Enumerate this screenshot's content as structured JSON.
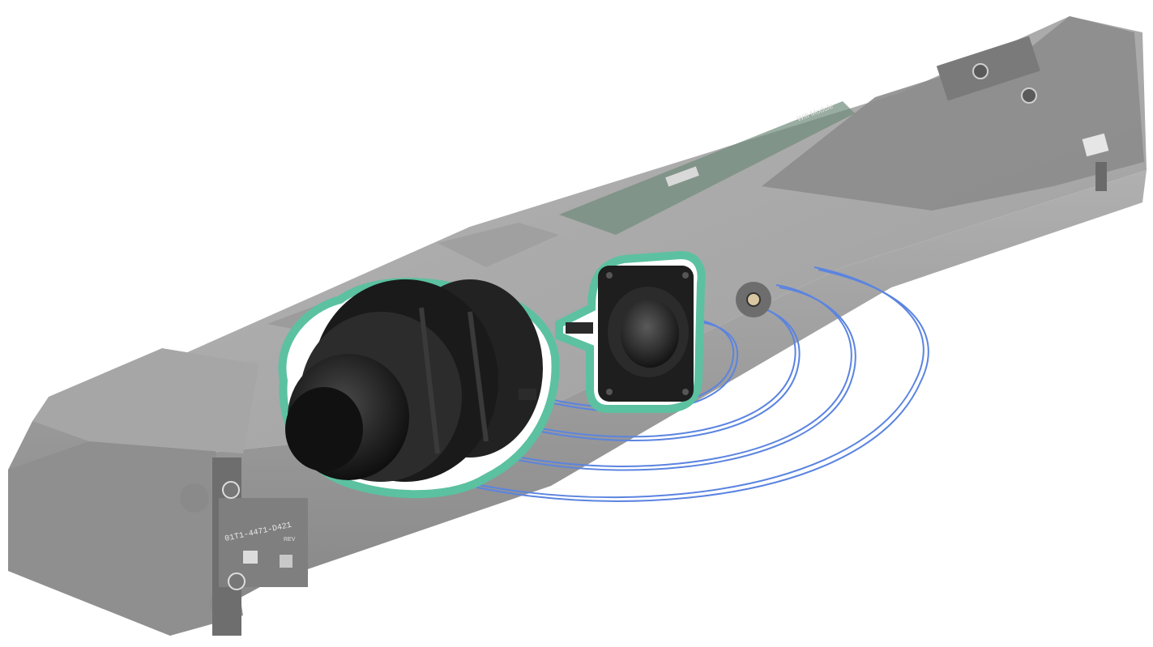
{
  "image": {
    "subject": "exploded-view-speaker-bar",
    "colors": {
      "background": "#ffffff",
      "housing": "#9a9a9a",
      "housing_dark": "#7d7d7d",
      "housing_light": "#b4b4b4",
      "speaker_black": "#1c1c1c",
      "outline_teal": "#5cc1a0",
      "outline_white": "#ffffff",
      "wire_blue": "#5b84e0",
      "pcb_green": "#6f8a7a"
    }
  },
  "labels": {
    "part_number": "01T1-4471-D421",
    "rev_text": "REV",
    "pcb_text": "Wifi Module"
  },
  "icons": {
    "screw": "screw-hole-icon",
    "connector": "connector-icon"
  }
}
